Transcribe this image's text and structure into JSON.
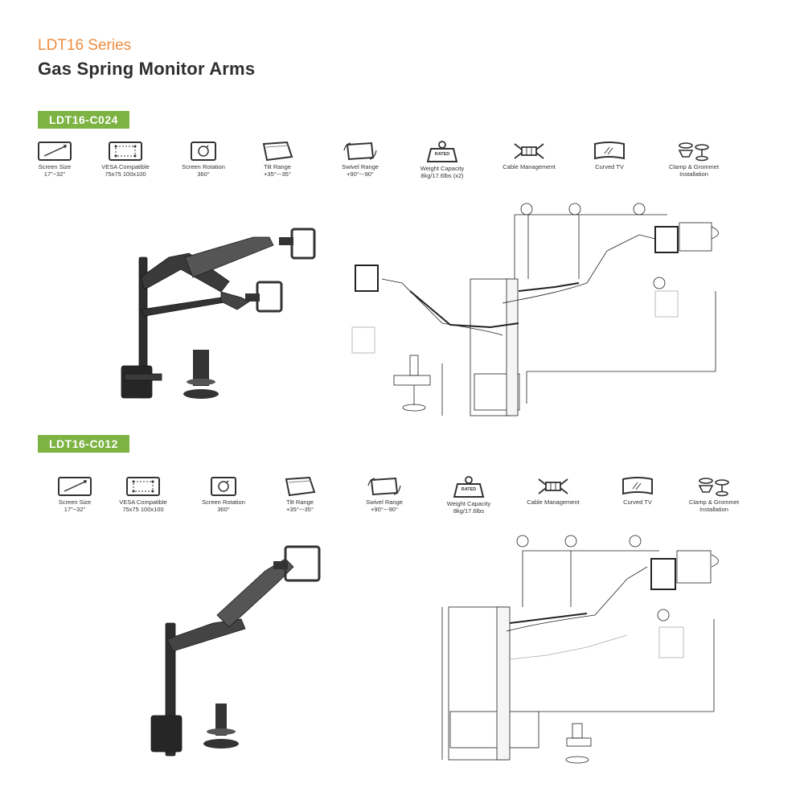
{
  "header": {
    "series": "LDT16 Series",
    "title": "Gas Spring Monitor Arms"
  },
  "products": [
    {
      "model": "LDT16-C024",
      "features": [
        {
          "icon": "screen-size-icon",
          "label": "Screen Size",
          "value": "17\"~32\""
        },
        {
          "icon": "vesa-icon",
          "label": "VESA Compatible",
          "value": "75x75 100x100"
        },
        {
          "icon": "rotation-icon",
          "label": "Screen Rotation",
          "value": "360°"
        },
        {
          "icon": "tilt-icon",
          "label": "Tilt Range",
          "value": "+35°~-35°"
        },
        {
          "icon": "swivel-icon",
          "label": "Swivel Range",
          "value": "+90°~-90°"
        },
        {
          "icon": "weight-icon",
          "label": "Weight Capacity",
          "value": "8kg/17.6lbs (x2)",
          "badge": "RATED"
        },
        {
          "icon": "cable-icon",
          "label": "Cable Management",
          "value": ""
        },
        {
          "icon": "curved-tv-icon",
          "label": "Curved TV",
          "value": ""
        },
        {
          "icon": "clamp-grommet-icon",
          "label": "Clamp & Grommet",
          "value": "Installation"
        }
      ]
    },
    {
      "model": "LDT16-C012",
      "features": [
        {
          "icon": "screen-size-icon",
          "label": "Screen Size",
          "value": "17\"~32\""
        },
        {
          "icon": "vesa-icon",
          "label": "VESA Compatible",
          "value": "75x75 100x100"
        },
        {
          "icon": "rotation-icon",
          "label": "Screen Rotation",
          "value": "360°"
        },
        {
          "icon": "tilt-icon",
          "label": "Tilt Range",
          "value": "+35°~-35°"
        },
        {
          "icon": "swivel-icon",
          "label": "Swivel Range",
          "value": "+90°~-90°"
        },
        {
          "icon": "weight-icon",
          "label": "Weight Capacity",
          "value": "8kg/17.6lbs",
          "badge": "RATED"
        },
        {
          "icon": "cable-icon",
          "label": "Cable Management",
          "value": ""
        },
        {
          "icon": "curved-tv-icon",
          "label": "Curved TV",
          "value": ""
        },
        {
          "icon": "clamp-grommet-icon",
          "label": "Clamp & Grommet",
          "value": "Installation"
        }
      ]
    }
  ],
  "colors": {
    "accent": "#ef8d3f",
    "tag": "#7cb342",
    "arm": "#2e2e2e",
    "line": "#222222"
  }
}
